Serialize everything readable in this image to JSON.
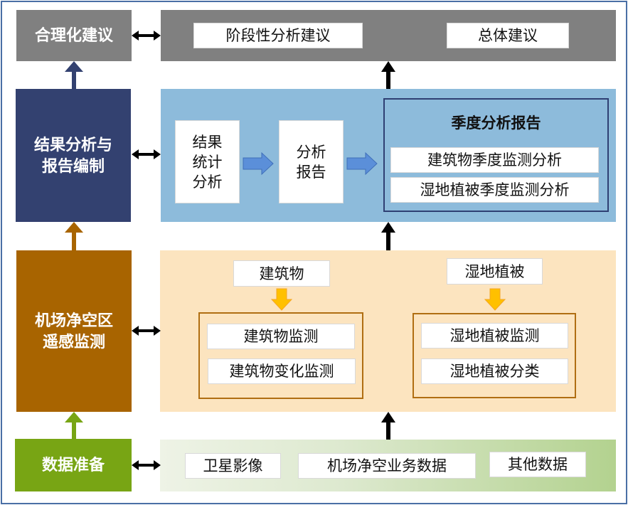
{
  "diagram": {
    "colors": {
      "frame_border": "#4a6fa5",
      "advice_gray": "#808080",
      "report_navy": "#334170",
      "monitor_brown": "#a86400",
      "data_green": "#78a514",
      "report_panel_blue": "#8dbbdb",
      "monitor_panel_peach": "#fce4bf",
      "data_panel_green_start": "#eef3e6",
      "data_panel_green_end": "#b3d28f",
      "flow_arrow_blue": "#5b8fd9",
      "down_arrow_orange": "#ffc000"
    },
    "stages": {
      "advice": {
        "label": "合理化建议",
        "items": [
          "阶段性分析建议",
          "总体建议"
        ]
      },
      "report": {
        "label": "结果分析与\n报告编制",
        "flow": [
          "结果\n统计\n分析",
          "分析\n报告"
        ],
        "quarterly": {
          "title": "季度分析报告",
          "items": [
            "建筑物季度监测分析",
            "湿地植被季度监测分析"
          ]
        }
      },
      "monitor": {
        "label": "机场净空区\n遥感监测",
        "groups": [
          {
            "source": "建筑物",
            "items": [
              "建筑物监测",
              "建筑物变化监测"
            ]
          },
          {
            "source": "湿地植被",
            "items": [
              "湿地植被监测",
              "湿地植被分类"
            ]
          }
        ]
      },
      "data": {
        "label": "数据准备",
        "items": [
          "卫星影像",
          "机场净空业务数据",
          "其他数据"
        ]
      }
    }
  }
}
